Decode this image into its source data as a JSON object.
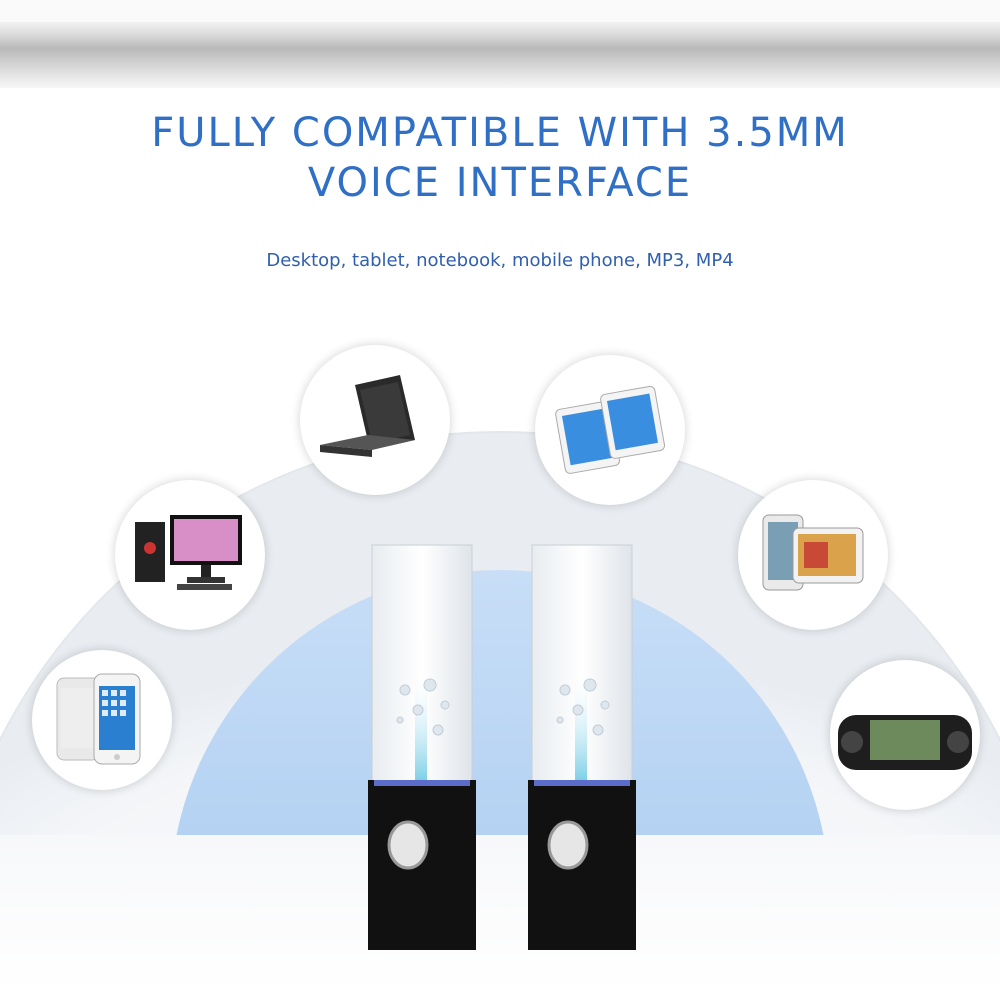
{
  "header": {
    "headline_line1": "FULLY COMPATIBLE WITH 3.5MM",
    "headline_line2": "VOICE INTERFACE",
    "subline": "Desktop, tablet, notebook, mobile phone, MP3, MP4"
  },
  "colors": {
    "headline": "#2f6fc6",
    "subline": "#2f5fae",
    "inner_arc": "#b9d6f5",
    "speaker_base": "#111111"
  },
  "devices": [
    {
      "icon": "smartphone-icon"
    },
    {
      "icon": "desktop-computer-icon"
    },
    {
      "icon": "laptop-icon"
    },
    {
      "icon": "tablet-icon"
    },
    {
      "icon": "mp4-player-icon"
    },
    {
      "icon": "handheld-game-console-icon"
    }
  ],
  "product": {
    "icon": "water-dancing-speakers-icon",
    "count": 2
  }
}
